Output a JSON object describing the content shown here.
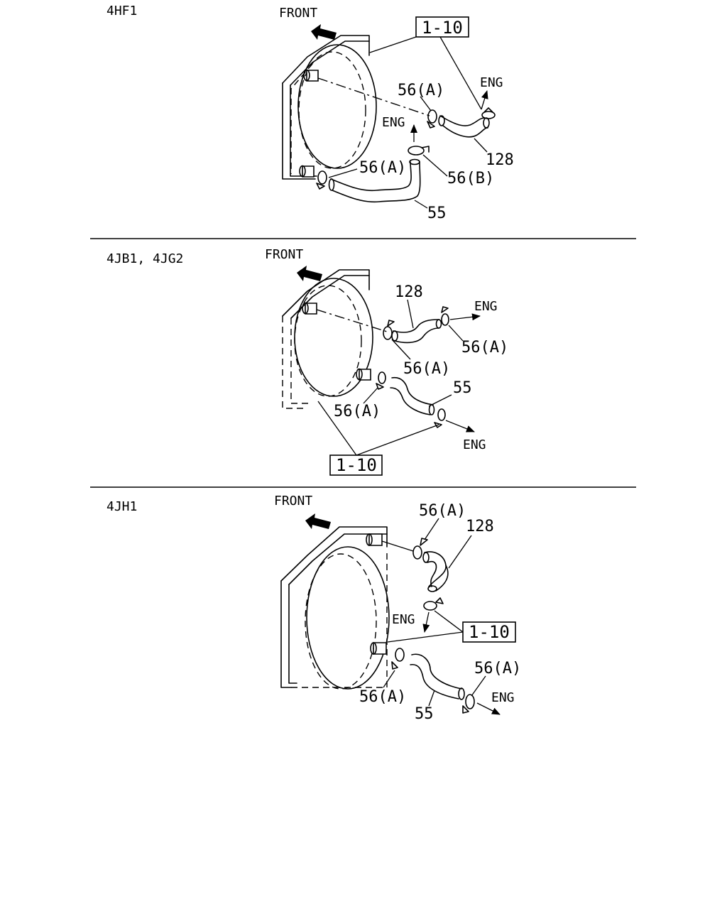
{
  "sections": [
    {
      "model": "4HF1",
      "front_label": "FRONT",
      "ref_box": "1-10",
      "eng_labels": [
        "ENG",
        "ENG"
      ],
      "callouts": [
        "56(A)",
        "56(A)",
        "56(B)",
        "128",
        "55"
      ]
    },
    {
      "model": "4JB1, 4JG2",
      "front_label": "FRONT",
      "ref_box": "1-10",
      "eng_labels": [
        "ENG",
        "ENG"
      ],
      "callouts": [
        "128",
        "56(A)",
        "56(A)",
        "56(A)",
        "55"
      ]
    },
    {
      "model": "4JH1",
      "front_label": "FRONT",
      "ref_box": "1-10",
      "eng_labels": [
        "ENG",
        "ENG"
      ],
      "callouts": [
        "56(A)",
        "128",
        "56(A)",
        "56(A)",
        "55"
      ]
    }
  ],
  "icons": [
    "front-arrow-icon",
    "hose-clamp-icon",
    "radiator-icon",
    "flow-arrow-icon"
  ]
}
